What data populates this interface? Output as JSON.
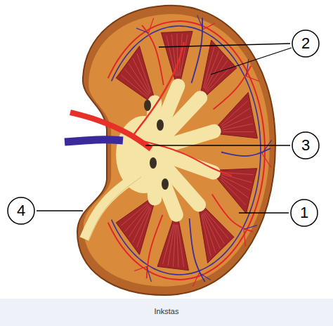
{
  "diagram": {
    "caption": "Inkstas",
    "nodes": [
      {
        "text": [
          "2"
        ]
      },
      {
        "text": [
          "3"
        ]
      },
      {
        "text": [
          "4"
        ]
      },
      {
        "text": [
          "1"
        ]
      }
    ]
  }
}
